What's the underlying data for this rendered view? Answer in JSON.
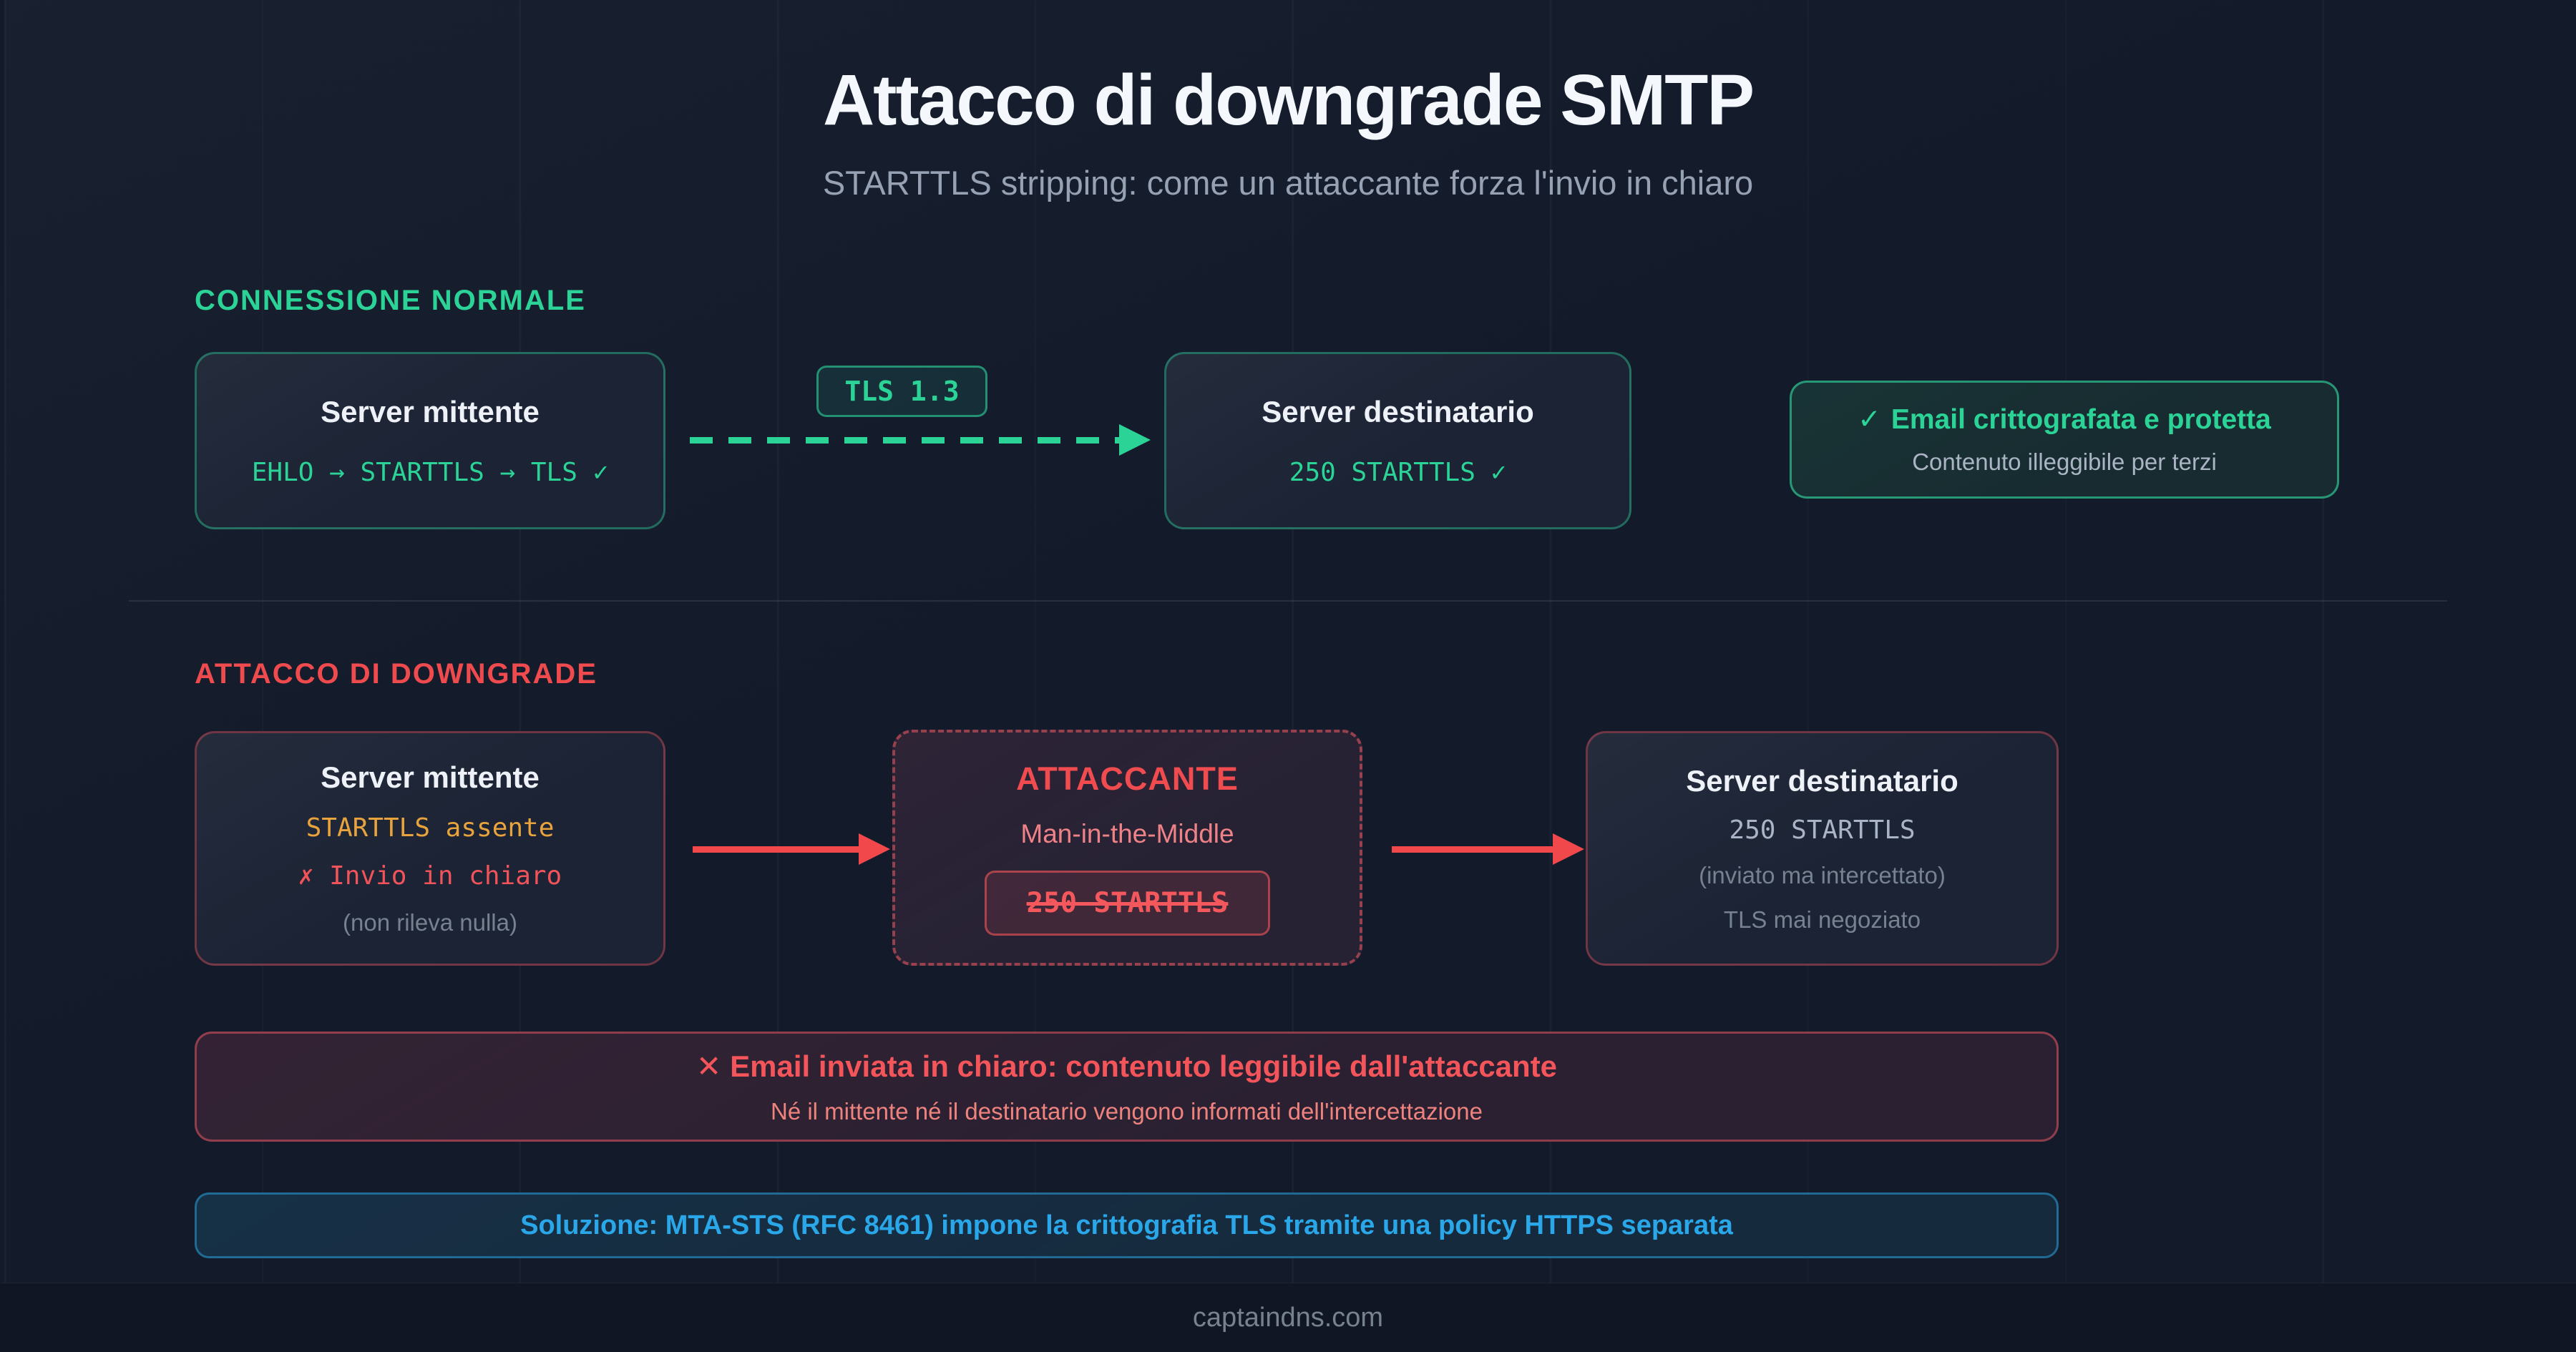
{
  "page": {
    "title": "Attacco di downgrade SMTP",
    "subtitle": "STARTTLS stripping: come un attaccante forza l'invio in chiaro",
    "footer": "captaindns.com"
  },
  "colors": {
    "background": "#131b2b",
    "green_accent": "#2bd397",
    "red_accent": "#ef4b4e",
    "orange_accent": "#e8a33d",
    "blue_accent": "#2aa7e8"
  },
  "normal_section": {
    "label": "CONNESSIONE NORMALE",
    "sender": {
      "title": "Server mittente",
      "protocol_line": "EHLO → STARTTLS → TLS ✓"
    },
    "tls_badge": "TLS 1.3",
    "receiver": {
      "title": "Server destinatario",
      "protocol_line": "250 STARTTLS ✓"
    },
    "result": {
      "icon": "✓",
      "title": "Email crittografata e protetta",
      "subtitle": "Contenuto illeggibile per terzi"
    }
  },
  "attack_section": {
    "label": "ATTACCO DI DOWNGRADE",
    "sender": {
      "title": "Server mittente",
      "line1": "STARTTLS assente",
      "line2": "✗ Invio in chiaro",
      "line3": "(non rileva nulla)"
    },
    "attacker": {
      "title": "ATTACCANTE",
      "subtitle": "Man-in-the-Middle",
      "stripped_command": "250 STARTTLS"
    },
    "receiver": {
      "title": "Server destinatario",
      "line1": "250 STARTTLS",
      "line2": "(inviato ma intercettato)",
      "line3": "TLS mai negoziato"
    },
    "warning": {
      "icon": "✕",
      "title": "Email inviata in chiaro: contenuto leggibile dall'attaccante",
      "subtitle": "Né il mittente né il destinatario vengono informati dell'intercettazione"
    },
    "solution": "Soluzione: MTA-STS (RFC 8461) impone la crittografia TLS tramite una policy HTTPS separata"
  }
}
